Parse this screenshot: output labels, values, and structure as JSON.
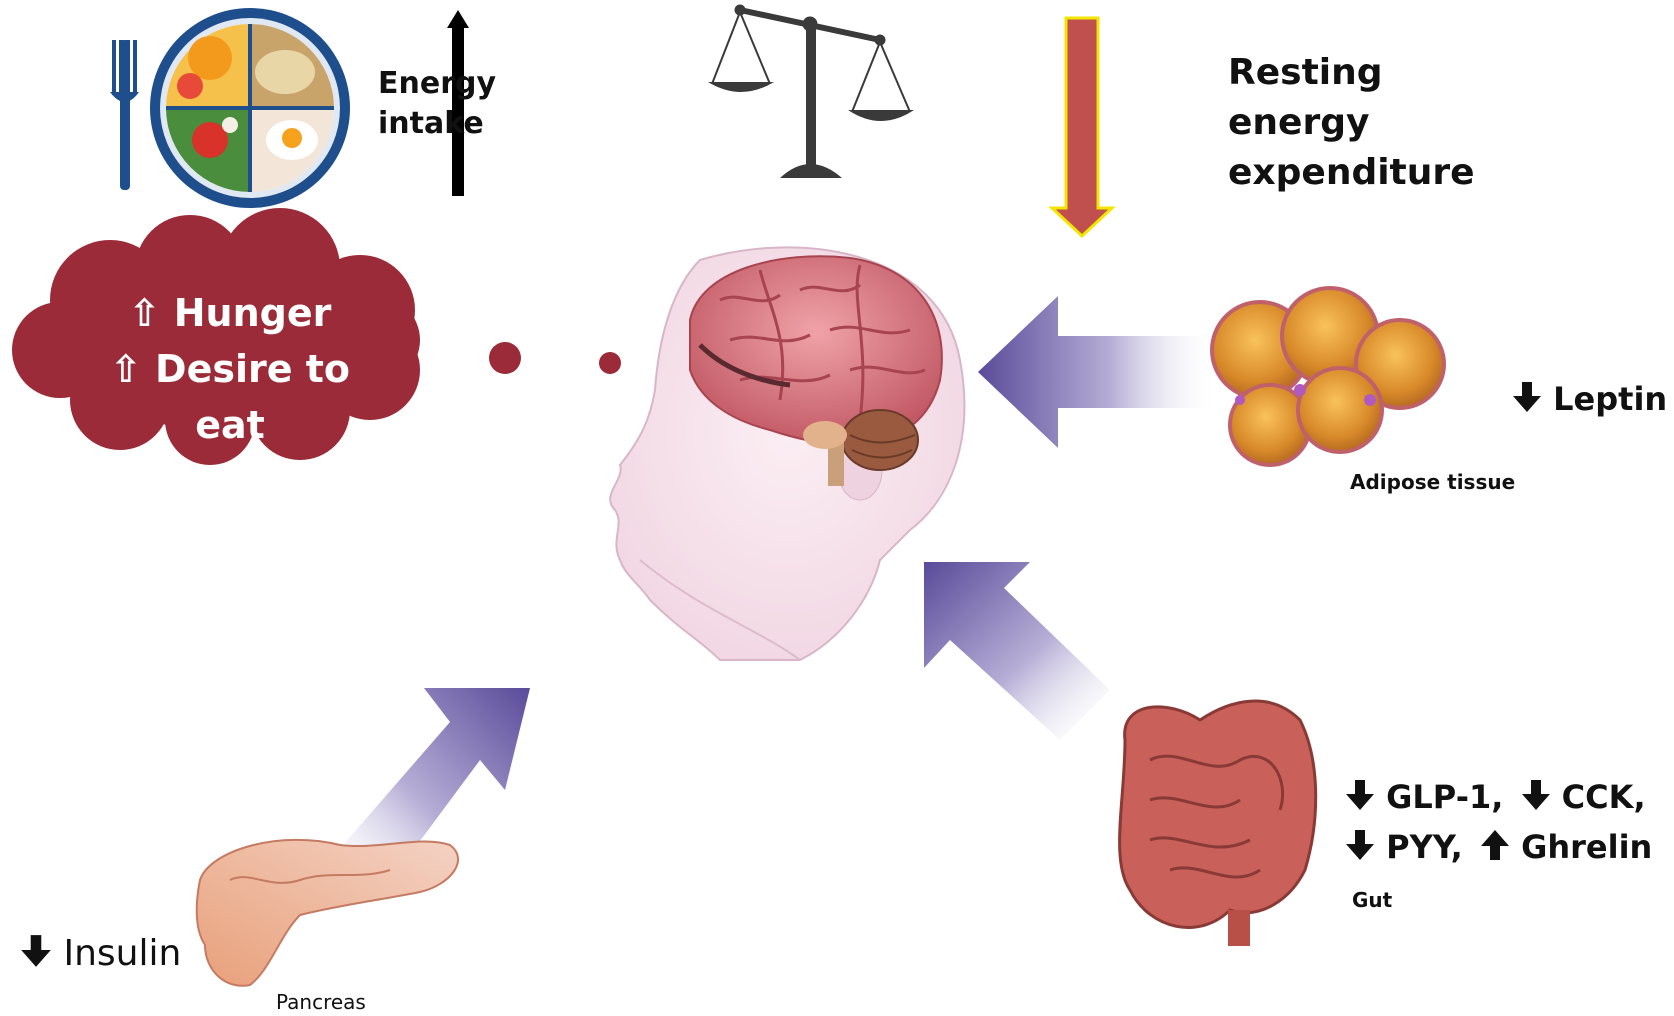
{
  "energy_intake": {
    "line1": "Energy",
    "line2": "intake",
    "arrow_direction": "up"
  },
  "resting_energy": {
    "line1": "Resting",
    "line2": "energy",
    "line3": "expenditure",
    "arrow_direction": "down"
  },
  "thought_cloud": {
    "line1": "Hunger",
    "line2": "Desire to",
    "line3": "eat",
    "arrow_glyph": "⇧"
  },
  "leptin": {
    "glyph": "🡇",
    "text": "Leptin"
  },
  "adipose": {
    "label": "Adipose tissue"
  },
  "gut_hormones": {
    "glp1": "GLP-1,",
    "cck": "CCK,",
    "pyy": "PYY,",
    "ghrelin": "Ghrelin"
  },
  "gut": {
    "label": "Gut"
  },
  "insulin": {
    "text": "Insulin"
  },
  "pancreas": {
    "label": "Pancreas"
  },
  "colors": {
    "cloud": "#9b2b38",
    "pathway_arrow": "#5a4a9a",
    "ree_arrow": "#c0504d",
    "ree_arrow_outline": "#f2e600",
    "brain": "#d9707a"
  }
}
